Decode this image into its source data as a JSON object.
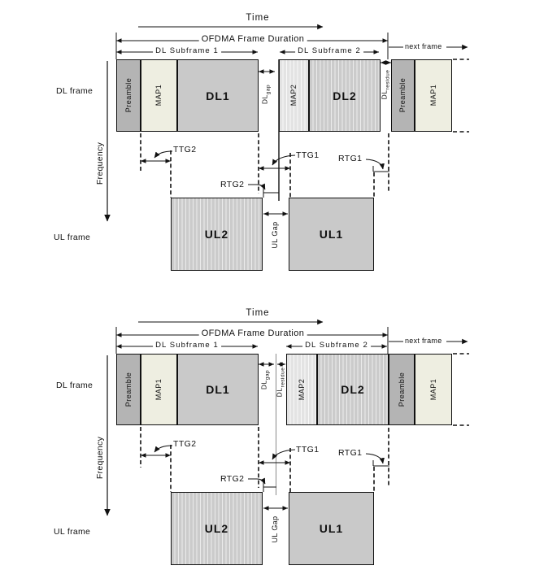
{
  "colors": {
    "preamble_fill": "#b4b4b4",
    "map_fill": "#eeeee1",
    "data_fill": "#c9c9c9",
    "line": "#111111"
  },
  "diagrams": [
    {
      "time_label": "Time",
      "frame_duration_label": "OFDMA Frame Duration",
      "dl_subframe1_label": "DL Subframe 1",
      "dl_subframe2_label": "DL Subframe 2",
      "next_frame_label": "next frame",
      "dl_frame_label": "DL frame",
      "ul_frame_label": "UL frame",
      "frequency_label": "Frequency",
      "blocks": {
        "preamble": "Preamble",
        "map1": "MAP1",
        "dl1": "DL1",
        "map2": "MAP2",
        "dl2": "DL2",
        "ul2": "UL2",
        "ul1": "UL1",
        "next_preamble": "Preamble",
        "next_map1": "MAP1"
      },
      "gaps": {
        "dl_gap_base": "DL",
        "dl_gap_sub": "gap",
        "dl_residue_base": "DL",
        "dl_residue_sub": "residue",
        "ul_gap": "UL Gap"
      },
      "timing_gaps": {
        "ttg2": "TTG2",
        "ttg1": "TTG1",
        "rtg2": "RTG2",
        "rtg1": "RTG1"
      }
    },
    {
      "time_label": "Time",
      "frame_duration_label": "OFDMA Frame Duration",
      "dl_subframe1_label": "DL Subframe 1",
      "dl_subframe2_label": "DL Subframe 2",
      "next_frame_label": "next frame",
      "dl_frame_label": "DL frame",
      "ul_frame_label": "UL frame",
      "frequency_label": "Frequency",
      "blocks": {
        "preamble": "Preamble",
        "map1": "MAP1",
        "dl1": "DL1",
        "map2": "MAP2",
        "dl2": "DL2",
        "ul2": "UL2",
        "ul1": "UL1",
        "next_preamble": "Preamble",
        "next_map1": "MAP1"
      },
      "gaps": {
        "dl_gap_base": "DL",
        "dl_gap_sub": "gap",
        "dl_residue_base": "DL",
        "dl_residue_sub": "residue",
        "ul_gap": "UL Gap"
      },
      "timing_gaps": {
        "ttg2": "TTG2",
        "ttg1": "TTG1",
        "rtg2": "RTG2",
        "rtg1": "RTG1"
      }
    }
  ]
}
